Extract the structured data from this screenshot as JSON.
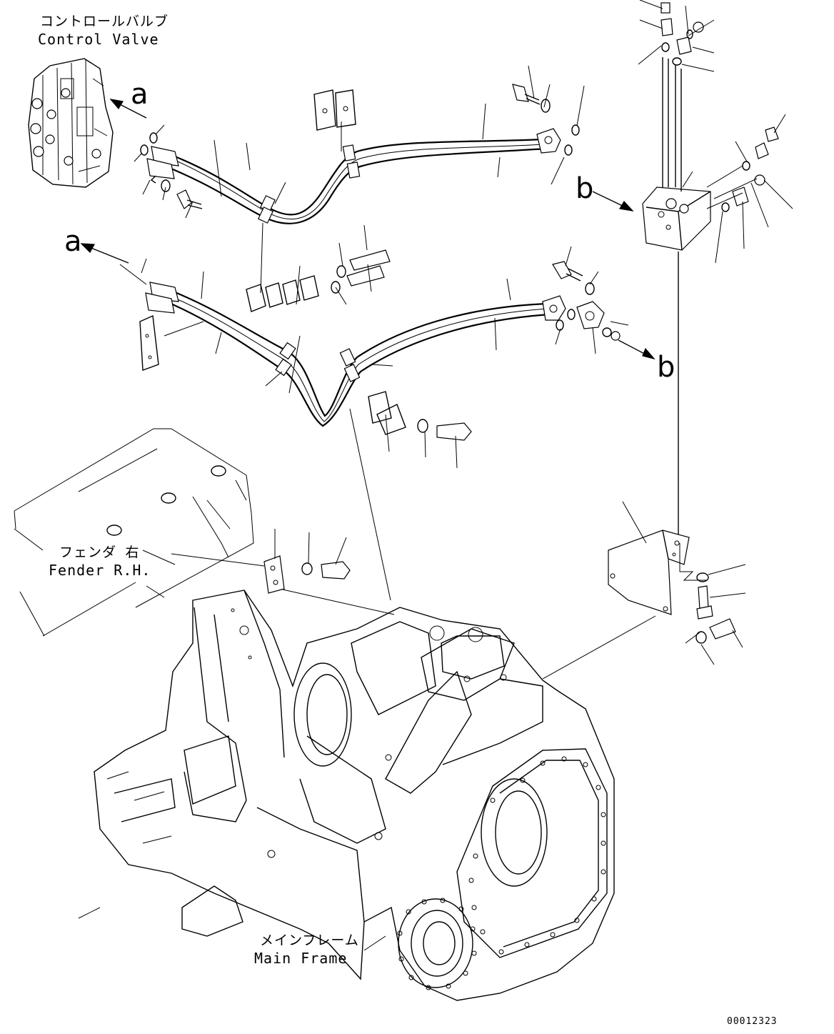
{
  "labels": {
    "control_valve_jp": "コントロールバルブ",
    "control_valve_en": "Control Valve",
    "fender_jp": "フェンダ 右",
    "fender_en": "Fender R.H.",
    "main_frame_jp": "メインフレーム",
    "main_frame_en": "Main Frame",
    "ref_a_top": "a",
    "ref_a_left": "a",
    "ref_b_top": "b",
    "ref_b_bottom": "b",
    "doc_number": "00012323"
  },
  "colors": {
    "line": "#000000",
    "background": "#ffffff"
  }
}
